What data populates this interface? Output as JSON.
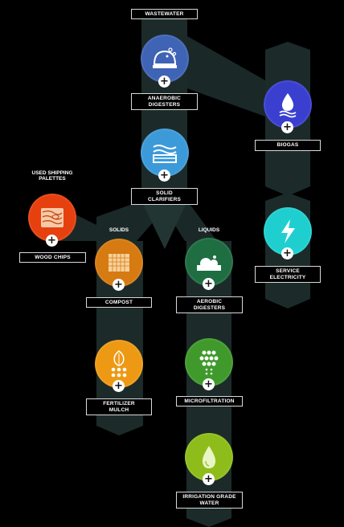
{
  "diagram": {
    "sources": {
      "wastewater": "WASTEWATER",
      "used_shipping_palettes": "USED SHIPPING\nPALETTES",
      "solids": "SOLIDS",
      "liquids": "LIQUIDS"
    },
    "nodes": [
      {
        "id": "anaerobic-digesters",
        "label": "ANAEROBIC\nDIGESTERS",
        "color": "#3f63b5",
        "icon": "tank-bubbles-icon"
      },
      {
        "id": "biogas",
        "label": "BIOGAS",
        "color": "#3a3fd0",
        "icon": "gas-drop-icon"
      },
      {
        "id": "solid-clarifiers",
        "label": "SOLID\nCLARIFIERS",
        "color": "#3c9ad9",
        "icon": "clarifier-waves-icon"
      },
      {
        "id": "wood-chips",
        "label": "WOOD CHIPS",
        "color": "#e5400e",
        "icon": "wood-grain-icon"
      },
      {
        "id": "compost",
        "label": "COMPOST",
        "color": "#d67a12",
        "icon": "compost-pile-icon"
      },
      {
        "id": "aerobic-digesters",
        "label": "AEROBIC\nDIGESTERS",
        "color": "#1e6e42",
        "icon": "aerobic-bubbles-icon"
      },
      {
        "id": "service-electricity",
        "label": "SERVICE\nELECTRICITY",
        "color": "#1fcfcf",
        "icon": "lightning-icon"
      },
      {
        "id": "fertilizer-mulch",
        "label": "FERTILIZER\nMULCH",
        "color": "#ee9914",
        "icon": "leaf-dots-icon"
      },
      {
        "id": "microfiltration",
        "label": "MICROFILTRATION",
        "color": "#3f9a2b",
        "icon": "filter-dots-icon"
      },
      {
        "id": "irrigation-grade-water",
        "label": "IRRIGATION GRADE\nWATER",
        "color": "#8ebd1b",
        "icon": "water-drop-icon"
      }
    ],
    "expand_symbol": "+"
  }
}
